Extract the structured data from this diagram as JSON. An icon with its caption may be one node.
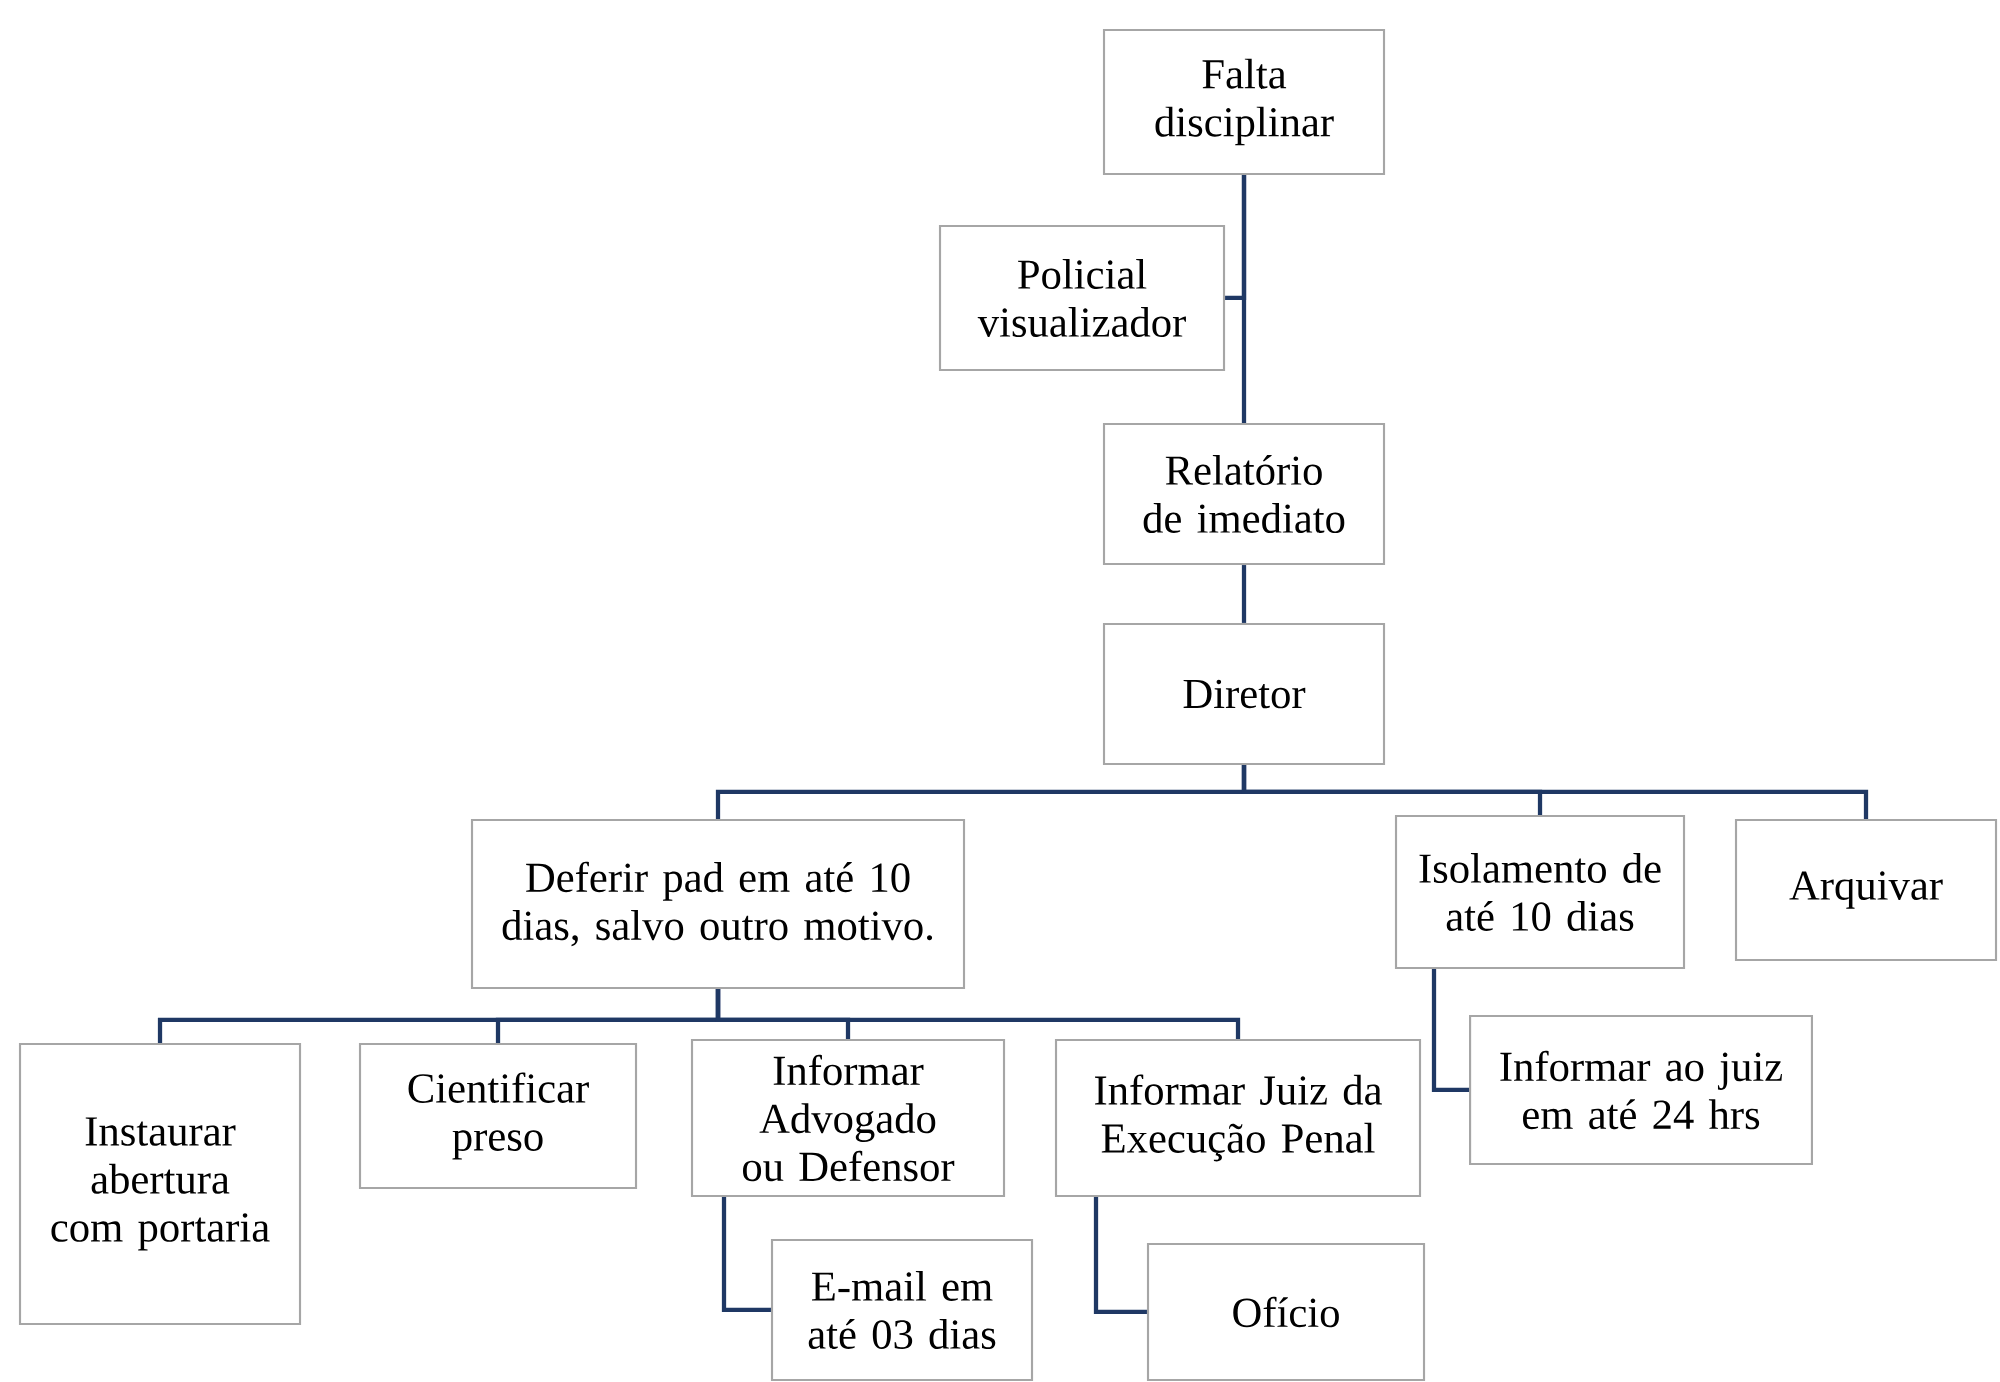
{
  "diagram": {
    "nodes": [
      {
        "text": [
          "Falta disciplinar"
        ]
      },
      {
        "text": [
          "Policial visualizador"
        ]
      },
      {
        "text": [
          "Relatório de imediato"
        ]
      },
      {
        "text": [
          "Diretor"
        ]
      },
      {
        "text": [
          "Deferir pad em até 10 dias, salvo outro motivo."
        ]
      },
      {
        "text": [
          "Isolamento de até 10 dias"
        ]
      },
      {
        "text": [
          "Arquivar"
        ]
      },
      {
        "text": [
          "Instaurar abertura com portaria"
        ]
      },
      {
        "text": [
          "Cientificar preso"
        ]
      },
      {
        "text": [
          "Informar Advogado ou Defensor"
        ]
      },
      {
        "text": [
          "Informar Juiz da Execução Penal"
        ]
      },
      {
        "text": [
          "Informar ao juiz em até 24 hrs"
        ]
      },
      {
        "text": [
          "E-mail em até 03 dias"
        ]
      },
      {
        "text": [
          "Ofício"
        ]
      }
    ],
    "edges": [
      {
        "from": 0,
        "to": 1,
        "arrow": "none"
      },
      {
        "from": 0,
        "to": 2,
        "arrow": "none"
      },
      {
        "from": 2,
        "to": 3,
        "arrow": "none"
      },
      {
        "from": 3,
        "to": 4,
        "arrow": "none"
      },
      {
        "from": 3,
        "to": 5,
        "arrow": "none"
      },
      {
        "from": 3,
        "to": 6,
        "arrow": "none"
      },
      {
        "from": 4,
        "to": 7,
        "arrow": "none"
      },
      {
        "from": 4,
        "to": 8,
        "arrow": "none"
      },
      {
        "from": 4,
        "to": 9,
        "arrow": "none"
      },
      {
        "from": 4,
        "to": 10,
        "arrow": "none"
      },
      {
        "from": 5,
        "to": 11,
        "arrow": "none"
      },
      {
        "from": 9,
        "to": 12,
        "arrow": "none"
      },
      {
        "from": 10,
        "to": 13,
        "arrow": "none"
      }
    ]
  }
}
